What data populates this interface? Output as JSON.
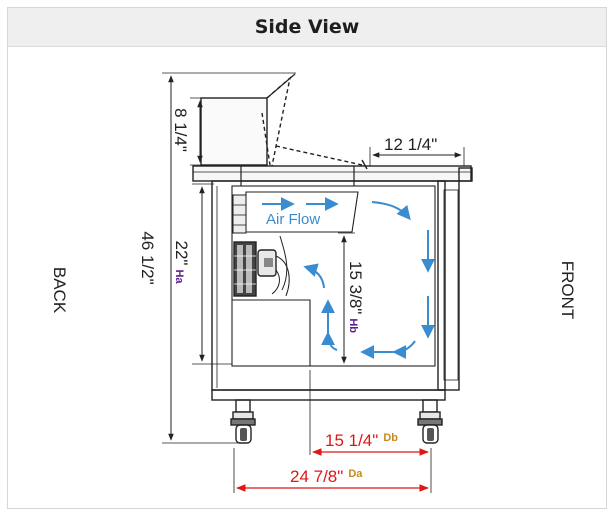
{
  "header": {
    "title": "Side View"
  },
  "labels": {
    "back": "BACK",
    "front": "FRONT",
    "air_flow": "Air Flow"
  },
  "dimensions": {
    "overall_height": "46 1/2\"",
    "lid_height": "8 1/4\"",
    "lid_depth": "12 1/4\"",
    "ha_value": "22\"",
    "ha_tag": "Ha",
    "hb_value": "15 3/8\"",
    "hb_tag": "Hb",
    "db_value": "15 1/4\"",
    "db_tag": "Db",
    "da_value": "24 7/8\"",
    "da_tag": "Da"
  },
  "colors": {
    "airflow": "#3a8cd0",
    "dimension_red": "#e01616",
    "ha_hb_tag": "#5a1f8a",
    "da_db_tag": "#c8891e"
  }
}
